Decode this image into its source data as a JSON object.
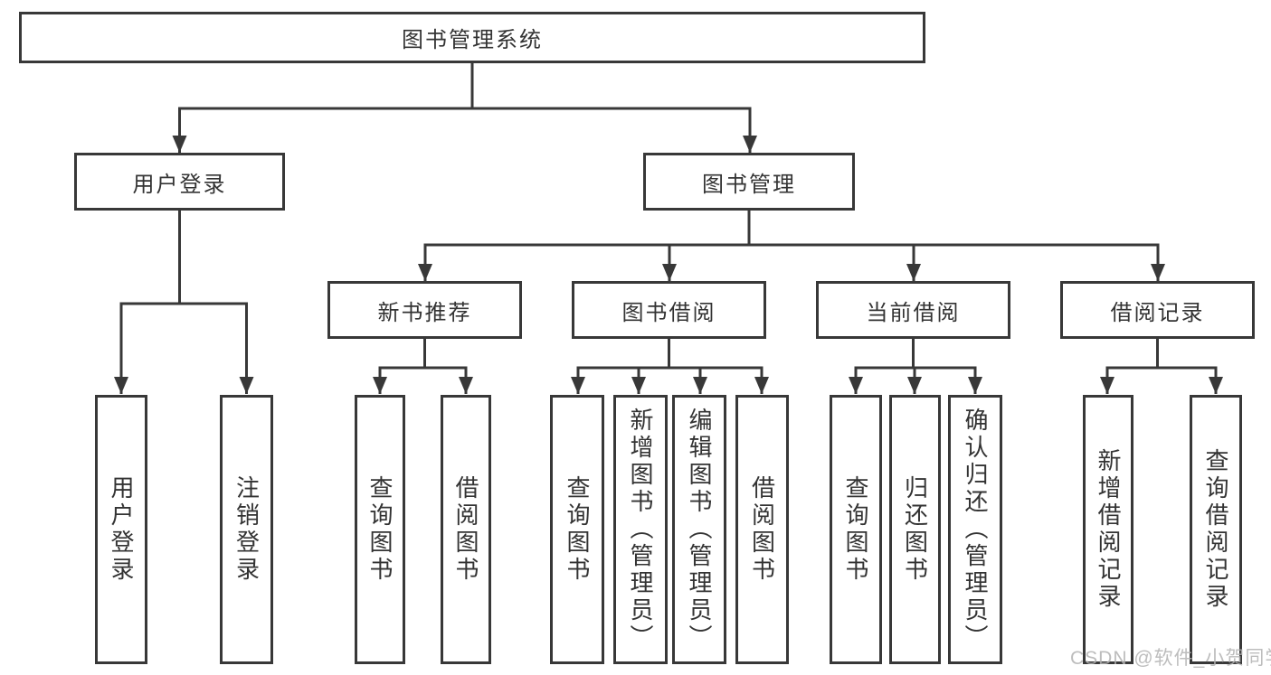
{
  "diagram": {
    "root": {
      "label": "图书管理系统"
    },
    "level2": [
      {
        "id": "user-login",
        "label": "用户登录"
      },
      {
        "id": "book-management",
        "label": "图书管理"
      }
    ],
    "level3": [
      {
        "id": "new-book-recommend",
        "label": "新书推荐"
      },
      {
        "id": "book-borrow",
        "label": "图书借阅"
      },
      {
        "id": "current-borrow",
        "label": "当前借阅"
      },
      {
        "id": "borrow-record",
        "label": "借阅记录"
      }
    ],
    "leaves": {
      "user_login": [
        "用户登录",
        "注销登录"
      ],
      "new_book": [
        "查询图书",
        "借阅图书"
      ],
      "book_borrow": [
        "查询图书",
        "新增图书（管理员）",
        "编辑图书（管理员）",
        "借阅图书"
      ],
      "current_borrow": [
        "查询图书",
        "归还图书",
        "确认归还（管理员）"
      ],
      "borrow_record": [
        "新增借阅记录",
        "查询借阅记录"
      ]
    }
  },
  "watermark": {
    "text": "CSDN @软件_小贺同学",
    "color": "#b2b2b2"
  },
  "colors": {
    "line": "#383838",
    "text": "#333333",
    "background": "#ffffff"
  }
}
